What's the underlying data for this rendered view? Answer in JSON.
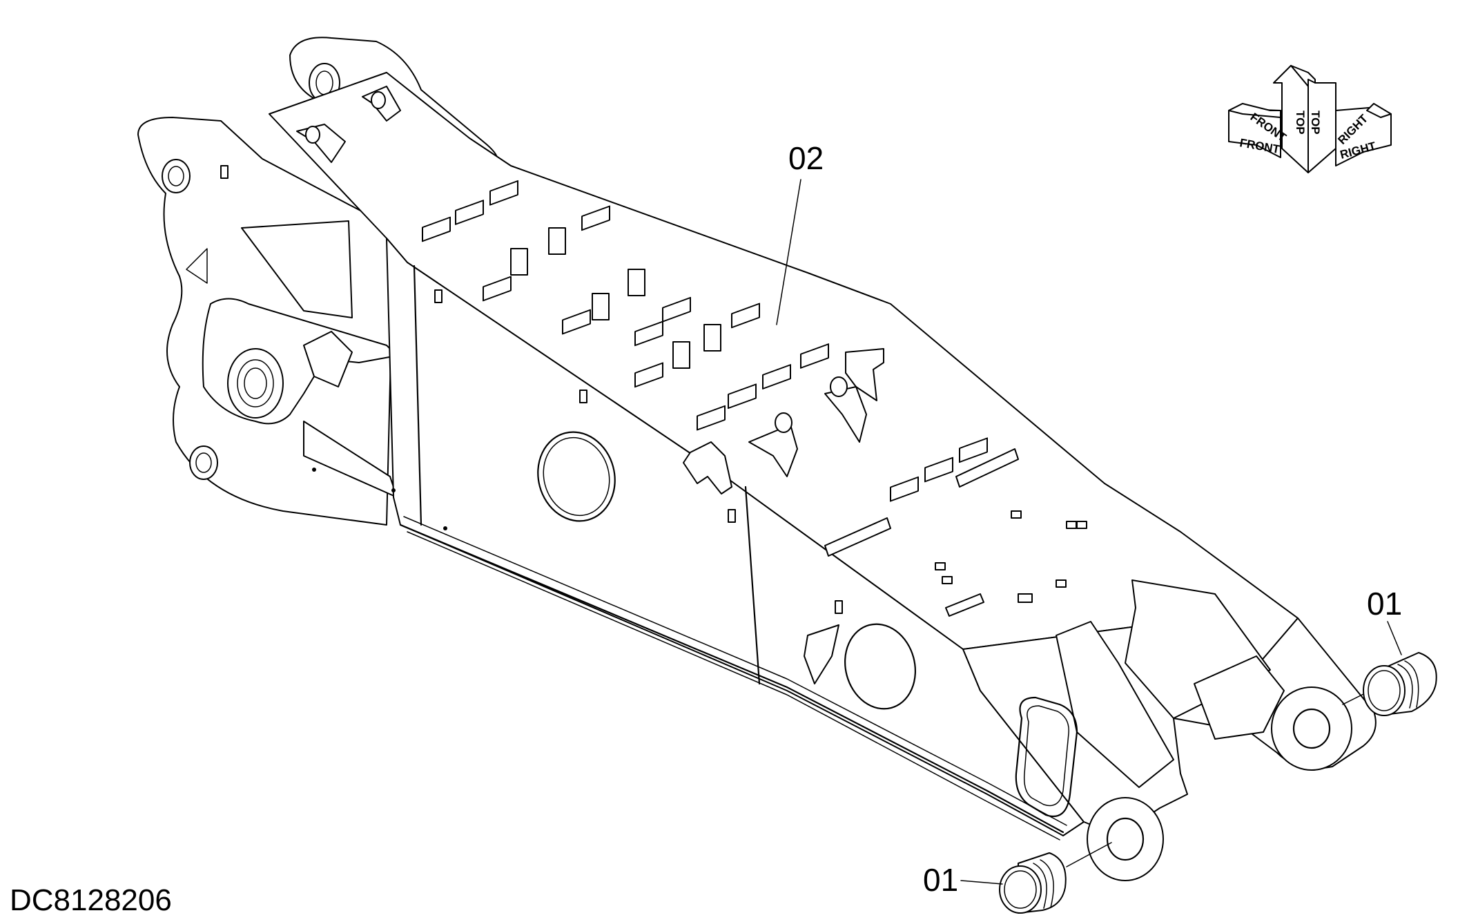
{
  "drawing_id": "DC8128206",
  "callouts": [
    {
      "id": "pin",
      "label": "01"
    },
    {
      "id": "boom",
      "label": "02"
    },
    {
      "id": "pin-lower",
      "label": "01"
    }
  ],
  "orientation": {
    "front": "FRONT",
    "top": "TOP",
    "right": "RIGHT"
  },
  "colors": {
    "line": "#000000",
    "background": "#ffffff"
  }
}
